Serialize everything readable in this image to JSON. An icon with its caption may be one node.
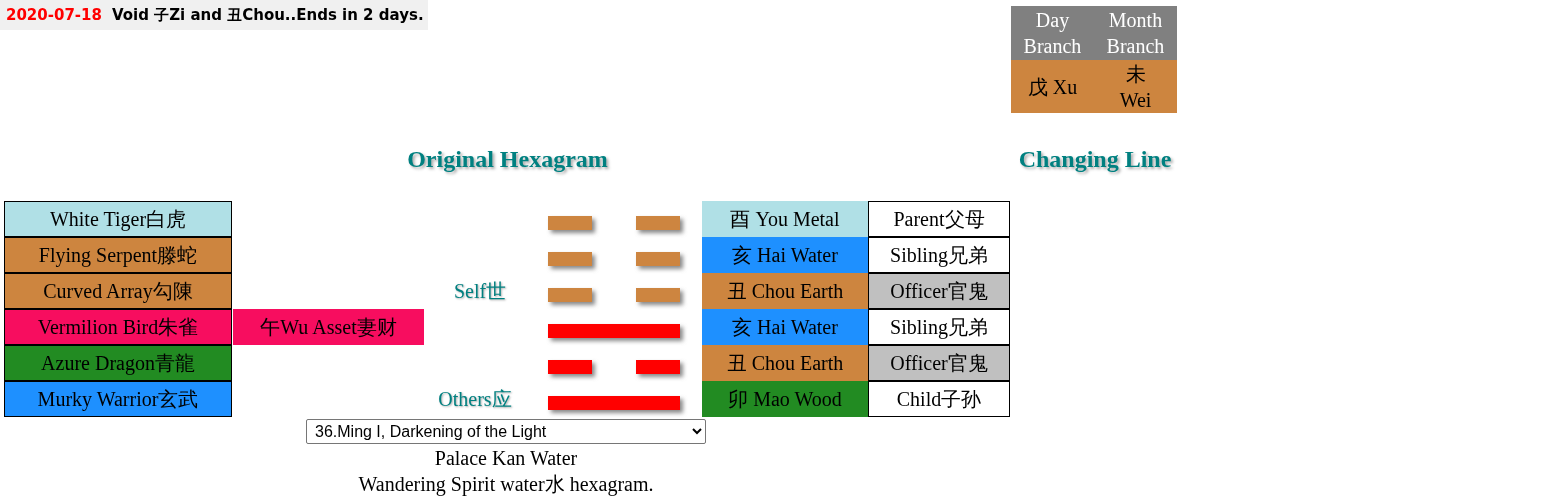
{
  "diagram": {
    "labels": [
      "2020-07-18",
      "Void 子Zi and 丑Chou..Ends in 2 days.",
      "Day Branch",
      "Month Branch",
      "戊 Xu",
      "未 Wei",
      "Original Hexagram",
      "Changing Line",
      "White Tiger白虎",
      "酉 You Metal",
      "Parent父母",
      "Flying Serpent滕蛇",
      "亥 Hai Water",
      "Sibling兄弟",
      "Curved Array勾陳",
      "Self世",
      "丑 Chou Earth",
      "Officer官鬼",
      "Vermilion Bird朱雀",
      "午Wu Asset妻财",
      "亥 Hai Water",
      "Sibling兄弟",
      "Azure Dragon青龍",
      "丑 Chou Earth",
      "Officer官鬼",
      "Murky Warrior玄武",
      "Others应",
      "卯 Mao Wood",
      "Child子孙",
      "36.Ming I, Darkening of the Light",
      "Palace Kan Water",
      "Wandering Spirit water水 hexagram."
    ]
  }
}
